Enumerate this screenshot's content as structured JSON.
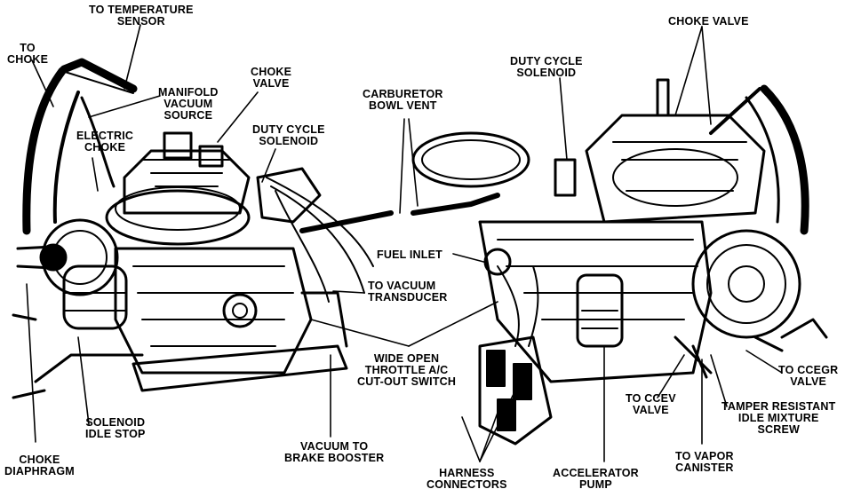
{
  "labels": {
    "to_temperature_sensor": [
      "TO TEMPERATURE",
      "SENSOR"
    ],
    "to_choke": [
      "TO",
      "CHOKE"
    ],
    "manifold_vacuum_source": [
      "MANIFOLD",
      "VACUUM",
      "SOURCE"
    ],
    "choke_valve_left": [
      "CHOKE",
      "VALVE"
    ],
    "electric_choke": [
      "ELECTRIC",
      "CHOKE"
    ],
    "duty_cycle_solenoid_left": [
      "DUTY CYCLE",
      "SOLENOID"
    ],
    "carburetor_bowl_vent": [
      "CARBURETOR",
      "BOWL VENT"
    ],
    "duty_cycle_solenoid_right": [
      "DUTY CYCLE",
      "SOLENOID"
    ],
    "choke_valve_right": [
      "CHOKE VALVE"
    ],
    "fuel_inlet": [
      "FUEL INLET"
    ],
    "to_vacuum_transducer": [
      "TO VACUUM",
      "TRANSDUCER"
    ],
    "wide_open_throttle": [
      "WIDE OPEN",
      "THROTTLE A/C",
      "CUT-OUT SWITCH"
    ],
    "solenoid_idle_stop": [
      "SOLENOID",
      "IDLE STOP"
    ],
    "choke_diaphragm": [
      "CHOKE",
      "DIAPHRAGM"
    ],
    "vacuum_to_brake_booster": [
      "VACUUM TO",
      "BRAKE BOOSTER"
    ],
    "harness_connectors": [
      "HARNESS",
      "CONNECTORS"
    ],
    "accelerator_pump": [
      "ACCELERATOR",
      "PUMP"
    ],
    "to_ccev_valve": [
      "TO CCEV",
      "VALVE"
    ],
    "to_vapor_canister": [
      "TO VAPOR",
      "CANISTER"
    ],
    "tamper_resistant": [
      "TAMPER RESISTANT",
      "IDLE MIXTURE",
      "SCREW"
    ],
    "to_ccegr_valve": [
      "TO CCEGR",
      "VALVE"
    ]
  }
}
